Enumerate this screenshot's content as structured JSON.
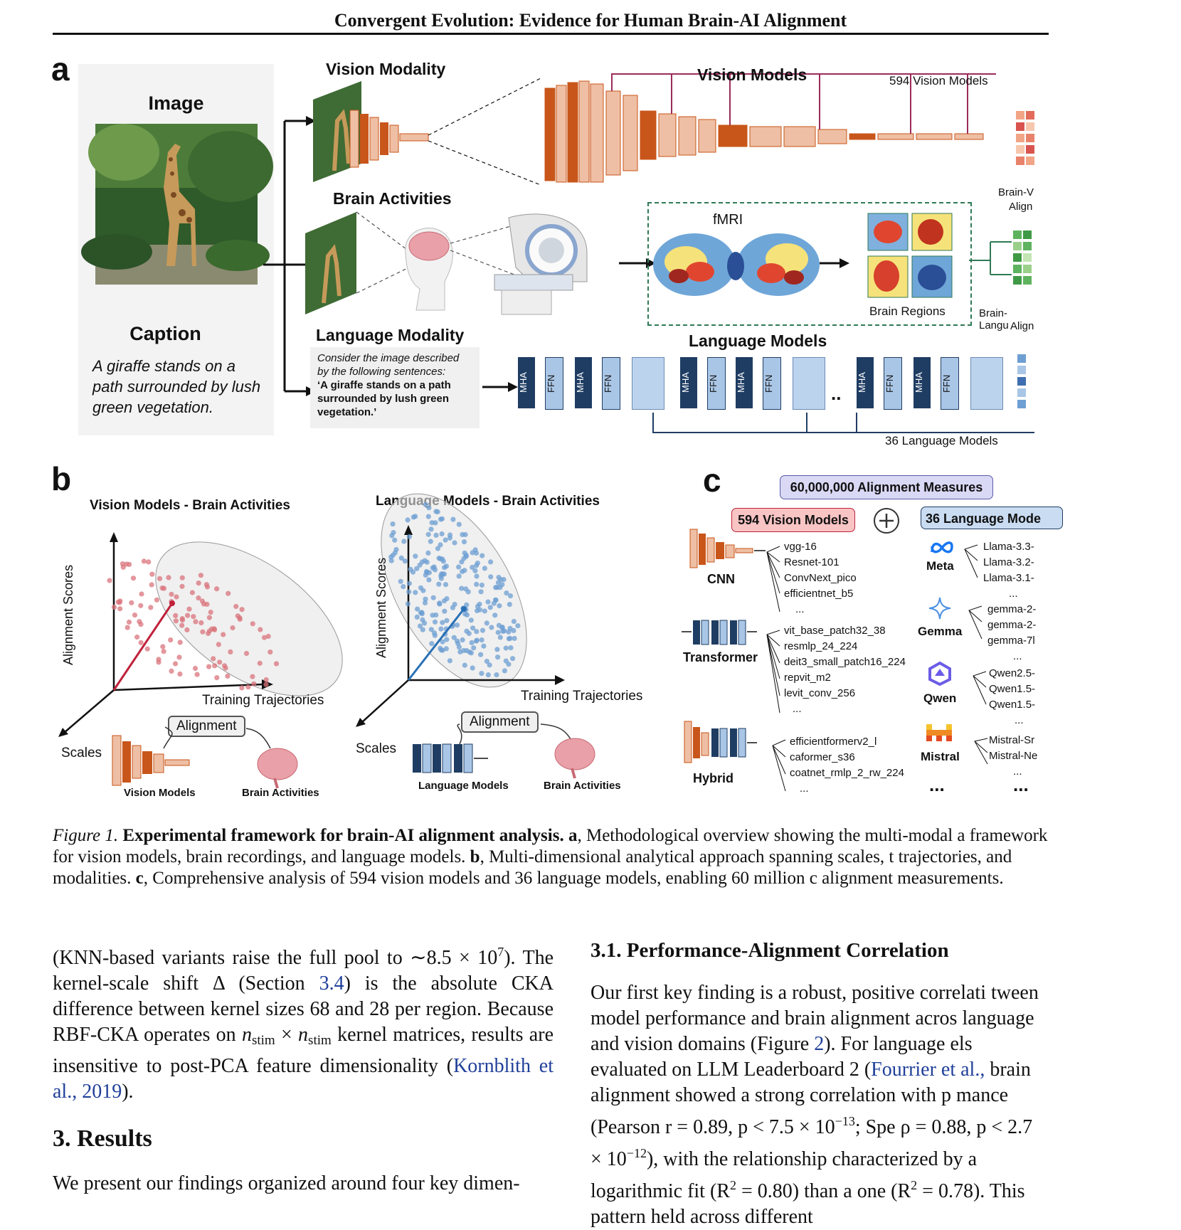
{
  "running_head": "Convergent Evolution: Evidence for Human Brain-AI Alignment",
  "panel_a": {
    "letter": "a",
    "image_title": "Image",
    "caption_title": "Caption",
    "caption_text": "A giraffe stands on a path surrounded by lush green vegetation.",
    "vision_modality": "Vision Modality",
    "brain_activities": "Brain Activities",
    "language_modality": "Language Modality",
    "prompt_intro": "Consider the image described by the following sentences:",
    "prompt_quote": "‘A giraffe stands on a path surrounded by lush green vegetation.’",
    "vision_models_title": "Vision Models",
    "vision_models_count": "594 Vision Models",
    "fmri": "fMRI",
    "brain_regions": "Brain Regions",
    "brain_vision_label": "Brain-V",
    "brain_vision_label2": "Align",
    "brain_language_label": "Brain-Langu",
    "brain_language_label2": "Align",
    "language_models_title": "Language Models",
    "language_models_count": "36 Language Models",
    "blocks": {
      "mha": "MHA",
      "ffn": "FFN"
    },
    "ellipsis": ".."
  },
  "panel_b": {
    "letter": "b",
    "left_title": "Vision Models - Brain Activities",
    "right_title": "Language Models - Brain Activities",
    "y_axis": "Alignment Scores",
    "x_axis": "Training Trajectories",
    "z_axis": "Scales",
    "alignment": "Alignment",
    "vision_models": "Vision Models",
    "brain_activities": "Brain Activities",
    "language_models": "Language Models"
  },
  "panel_c": {
    "letter": "c",
    "total": "60,000,000 Alignment Measures",
    "vision_pill": "594 Vision Models",
    "language_pill": "36 Language Mode",
    "groups": [
      {
        "name": "CNN",
        "items": [
          "vgg-16",
          "Resnet-101",
          "ConvNext_pico",
          "efficientnet_b5",
          "..."
        ]
      },
      {
        "name": "Transformer",
        "items": [
          "vit_base_patch32_38",
          "resmlp_24_224",
          "deit3_small_patch16_224",
          "repvit_m2",
          "levit_conv_256",
          "..."
        ]
      },
      {
        "name": "Hybrid",
        "items": [
          "efficientformerv2_l",
          "caformer_s36",
          "coatnet_rmlp_2_rw_224",
          "..."
        ]
      }
    ],
    "brands": [
      {
        "name": "Meta",
        "items": [
          "Llama-3.3-",
          "Llama-3.2-",
          "Llama-3.1-",
          "..."
        ]
      },
      {
        "name": "Gemma",
        "items": [
          "gemma-2-",
          "gemma-2-",
          "gemma-7l",
          "..."
        ]
      },
      {
        "name": "Qwen",
        "items": [
          "Qwen2.5-",
          "Qwen1.5-",
          "Qwen1.5-",
          "..."
        ]
      },
      {
        "name": "Mistral",
        "items": [
          "Mistral-Sr",
          "Mistral-Ne",
          "..."
        ]
      }
    ],
    "more": "..."
  },
  "figure_caption": {
    "label": "Figure 1.",
    "title": "Experimental framework for brain-AI alignment analysis.",
    "a": "a",
    "a_text": ", Methodological overview showing the multi-modal a framework for vision models, brain recordings, and language models.",
    "b": "b",
    "b_text": ", Multi-dimensional analytical approach spanning scales, t trajectories, and modalities.",
    "c": "c",
    "c_text": ", Comprehensive analysis of 594 vision models and 36 language models, enabling 60 million c alignment measurements."
  },
  "left_column": {
    "p1_a": "(KNN-based variants raise the full pool to ∼8.5 × 10",
    "p1_exp": "7",
    "p1_b": "). The kernel-scale shift Δ (Section ",
    "p1_ref": "3.4",
    "p1_c": ") is the absolute CKA difference between kernel sizes 68 and 28 per region. Because RBF-CKA operates on ",
    "n": "n",
    "stim": "stim",
    "times": " × ",
    "p1_d": " kernel matrices, results are insensitive to post-PCA feature dimensionality (",
    "p1_cite": "Kornblith et al., 2019",
    "p1_e": ").",
    "heading": "3. Results",
    "p2": "We present our findings organized around four key dimen-"
  },
  "right_column": {
    "heading": "3.1. Performance-Alignment Correlation",
    "p1_a": "Our first key finding is a robust, positive correlati tween model performance and brain alignment acros language and vision domains (Figure ",
    "p1_fig": "2",
    "p1_b": "). For language els evaluated on LLM Leaderboard 2 (",
    "p1_cite": "Fourrier et al.,",
    "p1_c": " brain alignment showed a strong correlation with p mance (Pearson r = 0.89, p < 7.5 × 10",
    "exp1": "−13",
    "p1_d": "; Spe ρ = 0.88, p < 2.7 × 10",
    "exp2": "−12",
    "p1_e": "), with the relationship characterized by a logarithmic fit (R",
    "exp3": "2",
    "p1_f": " = 0.80) than a one (R",
    "exp4": "2",
    "p1_g": " = 0.78). This pattern held across different"
  },
  "colors": {
    "vision_dark": "#c8561a",
    "vision_light": "#eebfa4",
    "lang_dark": "#1f3d63",
    "lang_light": "#a9c6e6",
    "vision_dot": "#d9747c",
    "lang_dot": "#6e9fd3",
    "vision_pill": "#f8c4c4",
    "lang_pill": "#c9dcf2",
    "total_pill": "#d9d8f5",
    "panel_bg": "#f3f3f3",
    "link": "#1f3f99"
  }
}
